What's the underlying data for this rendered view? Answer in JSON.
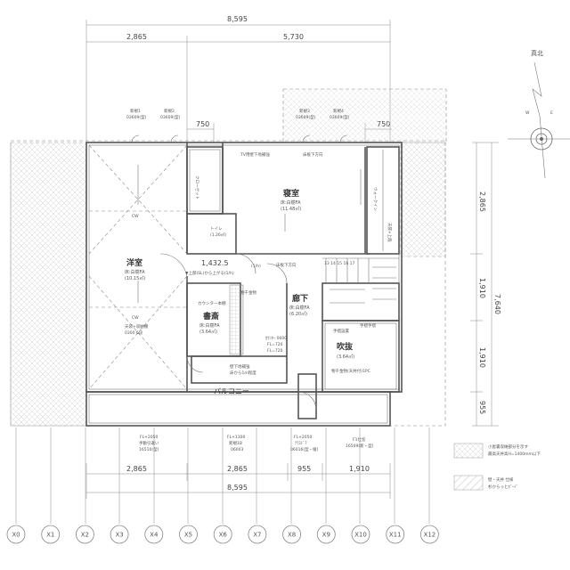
{
  "dims_top": {
    "overall": "8,595",
    "left": "2,865",
    "right": "5,730",
    "seg_a": "750",
    "seg_b": "750"
  },
  "dims_bottom": {
    "d1": "2,865",
    "d2": "2,865",
    "d3": "955",
    "d4": "1,910",
    "overall": "8,595"
  },
  "dims_right": {
    "overall": "7,640",
    "d1": "2,865",
    "d2": "1,910",
    "d3": "1,910",
    "d4": "955"
  },
  "compass": {
    "label": "真北",
    "w": "W",
    "e": "E"
  },
  "rooms": {
    "bedroom": {
      "name": "寝室",
      "floor": "床:白樹FA",
      "area": "(11.48㎡)"
    },
    "western": {
      "name": "洋室",
      "floor": "床:白樹FA",
      "area": "(10.15㎡)"
    },
    "study": {
      "name": "書斎",
      "floor": "床:白樹FA",
      "area": "(3.64㎡)"
    },
    "hall": {
      "name": "廊下",
      "floor": "床:白樹FA",
      "area": "(6.20㎡)"
    },
    "void": {
      "name": "吹抜",
      "area": "(3.64㎡)"
    },
    "toilet": {
      "name": "トイレ",
      "area": "(1.26㎡)"
    },
    "balcony": {
      "name": "バルコニー"
    }
  },
  "labels": {
    "tv_wall": "TV用壁下地補強",
    "storage": "床板下方向",
    "storage2": "床板下方向",
    "stairs_label": "手摺設置",
    "stairs_note": "物干金物(天井付)1PC",
    "wall_reinforce": "壁下地補強",
    "wall_reinforce2": "床から1m程度",
    "center_dim": "1,432.5",
    "center_note": "▼上部(SL)から上がる(1/h)",
    "center_note2": "(1/h)",
    "built_in": "天袋+収納棚",
    "built_in2": "0300 6段",
    "closet": "クローゼット",
    "walk_in": "ウォークイン",
    "wic_note": "天袋+上段",
    "study_note": "カウンター本棚",
    "hall_note": "物干金物",
    "closet_floor": "FL=720",
    "hall_fl": "FL=720",
    "hall_note2": "ｶｳﾝﾀｰ 0600",
    "handrail": "手摺手摺",
    "cw1": "CW",
    "cw2": "CW",
    "stair_nums": "13 14 15 16 17"
  },
  "windows_top": [
    {
      "name": "新規1",
      "code": "03609(型)"
    },
    {
      "name": "新規2",
      "code": "03609(型)"
    },
    {
      "name": "新規3",
      "code": "03609(型)"
    },
    {
      "name": "新規4",
      "code": "03609(型)"
    }
  ],
  "windows_bottom": [
    {
      "fl": "FL+2050",
      "spec": "手動引違い",
      "code": "16510(型)"
    },
    {
      "fl": "FL+1300",
      "spec": "新規1B",
      "code": "06003"
    },
    {
      "fl": "FL+2050",
      "spec": "ﾃﾗｽﾄﾞｱ",
      "code": "06016(型・縦)"
    },
    {
      "fl": "F1仕窓",
      "spec": "",
      "code": "16509(新・型)"
    }
  ],
  "legend": [
    {
      "line1": "小屋裏収納部分を示す",
      "line2": "最高天井高H=1400mm以下"
    },
    {
      "line1": "壁・天井  仕様",
      "line2": "杉からっとﾎﾞｰﾄﾞ"
    }
  ],
  "grid_labels": [
    "X0",
    "X1",
    "X2",
    "X3",
    "X4",
    "X5",
    "X6",
    "X7",
    "X8",
    "X9",
    "X10",
    "X11",
    "X12"
  ],
  "colors": {
    "line": "#555555",
    "hatch": "#bbbbbb",
    "text": "#444444"
  }
}
